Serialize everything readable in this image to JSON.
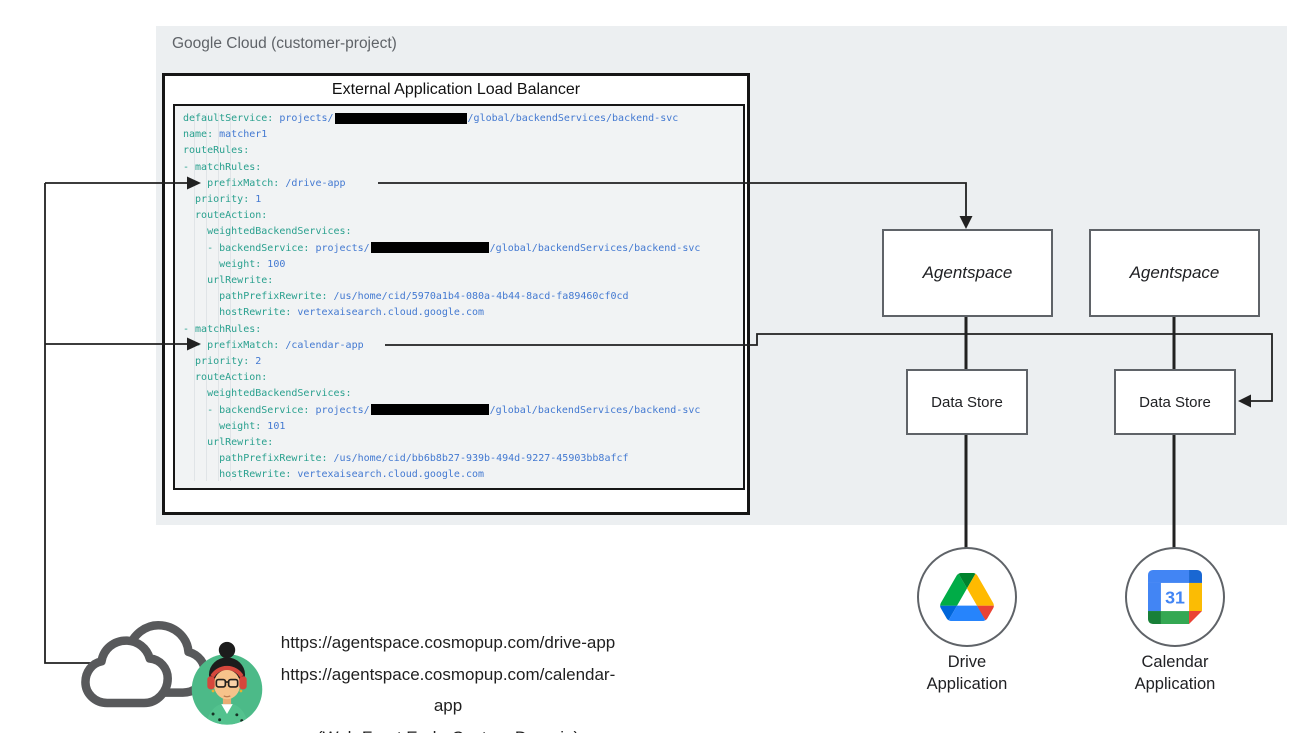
{
  "colors": {
    "panel_bg": "#eceff1",
    "code_bg": "#f1f3f4",
    "yaml_key": "#29a08e",
    "yaml_value": "#4379d1",
    "wire": "#212121",
    "avatar_green": "#4cba88",
    "google_blue": "#4285f4",
    "google_red": "#ea4335",
    "google_yellow": "#fbbc04",
    "google_green": "#34a853"
  },
  "gcp_panel": {
    "label": "Google Cloud (customer-project)"
  },
  "load_balancer": {
    "title": "External Application Load Balancer"
  },
  "yaml_config": {
    "lines": [
      [
        [
          "k",
          "defaultService:"
        ],
        [
          "v",
          " projects/"
        ],
        [
          "r",
          132
        ],
        [
          "v",
          "/global/backendServices/backend-svc"
        ]
      ],
      [
        [
          "k",
          "name:"
        ],
        [
          "v",
          " matcher1"
        ]
      ],
      [
        [
          "k",
          "routeRules:"
        ]
      ],
      [
        [
          "k",
          "- matchRules:"
        ]
      ],
      [
        [
          "k",
          "  - prefixMatch:"
        ],
        [
          "v",
          " /drive-app"
        ]
      ],
      [
        [
          "k",
          "  priority:"
        ],
        [
          "v",
          " 1"
        ]
      ],
      [
        [
          "k",
          "  routeAction:"
        ]
      ],
      [
        [
          "k",
          "    weightedBackendServices:"
        ]
      ],
      [
        [
          "k",
          "    - backendService:"
        ],
        [
          "v",
          " projects/"
        ],
        [
          "r",
          118
        ],
        [
          "v",
          "/global/backendServices/backend-svc"
        ]
      ],
      [
        [
          "k",
          "      weight:"
        ],
        [
          "v",
          " 100"
        ]
      ],
      [
        [
          "k",
          "    urlRewrite:"
        ]
      ],
      [
        [
          "k",
          "      pathPrefixRewrite:"
        ],
        [
          "v",
          " /us/home/cid/5970a1b4-080a-4b44-8acd-fa89460cf0cd"
        ]
      ],
      [
        [
          "k",
          "      hostRewrite:"
        ],
        [
          "v",
          " vertexaisearch.cloud.google.com"
        ]
      ],
      [
        [
          "k",
          "- matchRules:"
        ]
      ],
      [
        [
          "k",
          "  - prefixMatch:"
        ],
        [
          "v",
          " /calendar-app"
        ]
      ],
      [
        [
          "k",
          "  priority:"
        ],
        [
          "v",
          " 2"
        ]
      ],
      [
        [
          "k",
          "  routeAction:"
        ]
      ],
      [
        [
          "k",
          "    weightedBackendServices:"
        ]
      ],
      [
        [
          "k",
          "    - backendService:"
        ],
        [
          "v",
          " projects/"
        ],
        [
          "r",
          118
        ],
        [
          "v",
          "/global/backendServices/backend-svc"
        ]
      ],
      [
        [
          "k",
          "      weight:"
        ],
        [
          "v",
          " 101"
        ]
      ],
      [
        [
          "k",
          "    urlRewrite:"
        ]
      ],
      [
        [
          "k",
          "      pathPrefixRewrite:"
        ],
        [
          "v",
          " /us/home/cid/bb6b8b27-939b-494d-9227-45903bb8afcf"
        ]
      ],
      [
        [
          "k",
          "      hostRewrite:"
        ],
        [
          "v",
          " vertexaisearch.cloud.google.com"
        ]
      ]
    ]
  },
  "agentspace_boxes": [
    {
      "label": "Agentspace"
    },
    {
      "label": "Agentspace"
    }
  ],
  "data_store_boxes": [
    {
      "label": "Data Store"
    },
    {
      "label": "Data Store"
    }
  ],
  "applications": [
    {
      "line1": "Drive",
      "line2": "Application",
      "icon": "google-drive-icon"
    },
    {
      "line1": "Calendar",
      "line2": "Application",
      "icon": "google-calendar-icon",
      "calendar_day": "31"
    }
  ],
  "client": {
    "url_drive": "https://agentspace.cosmopup.com/drive-app",
    "url_calendar": "https://agentspace.cosmopup.com/calendar-app",
    "caption": "(Web Front End - Custom Domain)"
  }
}
